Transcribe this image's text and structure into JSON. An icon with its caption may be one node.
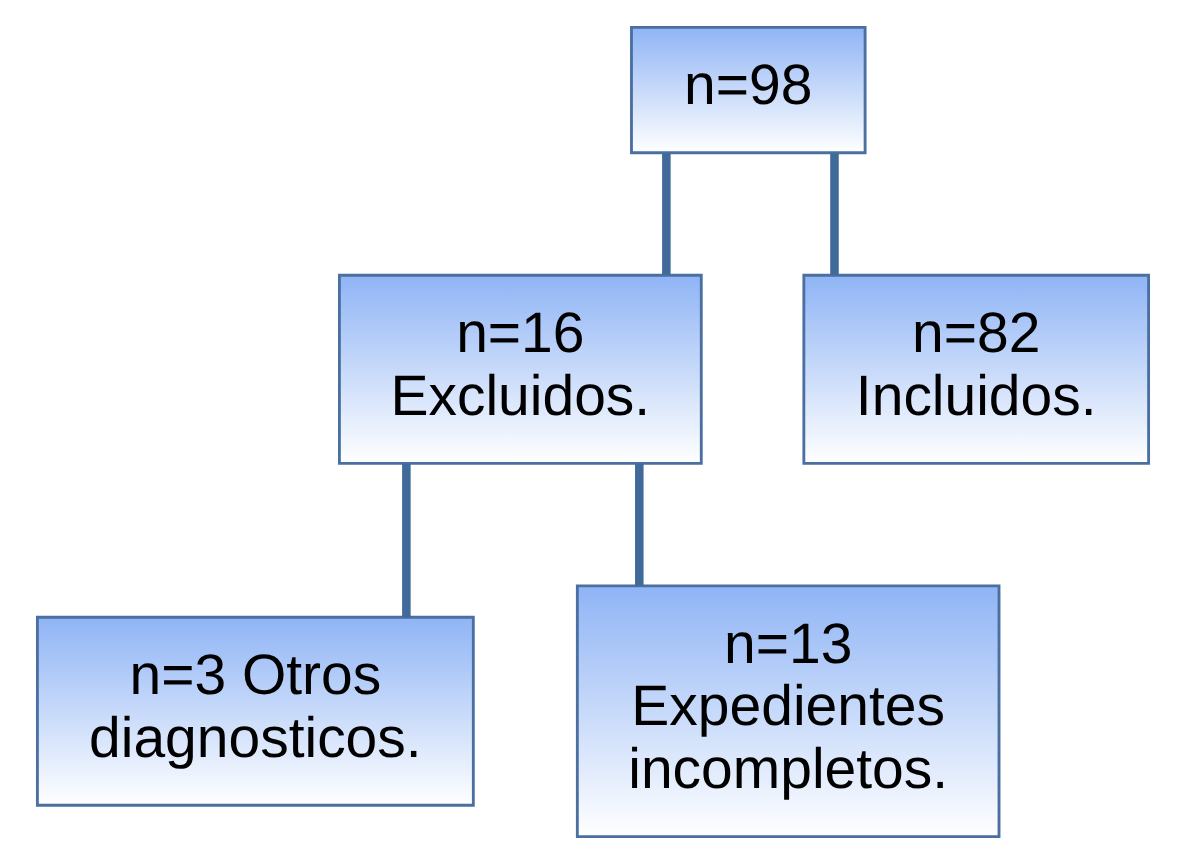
{
  "diagram": {
    "nodes": [
      {
        "text": [
          "n=98"
        ]
      },
      {
        "text": [
          "n=16 Excluidos."
        ]
      },
      {
        "text": [
          "n=82 Incluidos."
        ]
      },
      {
        "text": [
          "n=3 Otros diagnosticos."
        ]
      },
      {
        "text": [
          "n=13 Expedientes incompletos."
        ]
      }
    ],
    "edges": [
      {
        "from": 0,
        "to": 1,
        "arrow": "none"
      },
      {
        "from": 0,
        "to": 2,
        "arrow": "none"
      },
      {
        "from": 1,
        "to": 3,
        "arrow": "none"
      },
      {
        "from": 1,
        "to": 4,
        "arrow": "none"
      }
    ]
  }
}
